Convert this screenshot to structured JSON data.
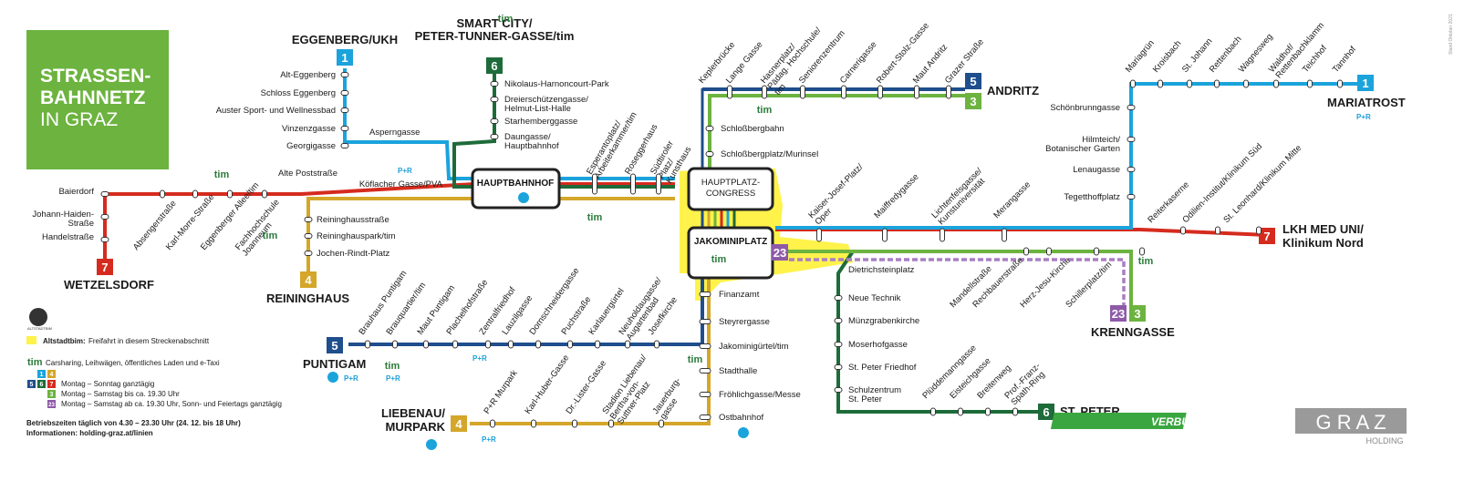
{
  "title": {
    "line1": "STRASSEN-",
    "line2": "BAHNNETZ",
    "line3": "IN GRAZ"
  },
  "stand": "Stand Oktober 2021",
  "colors": {
    "line1": "#1ba3dc",
    "line3": "#6cb33f",
    "line4": "#d4a62a",
    "line5": "#1f4e8c",
    "line6": "#1e6b3a",
    "line7": "#d52b1e",
    "line23": "#8e5aa8",
    "title_bg": "#6cb33f",
    "altstadt": "#fff24a",
    "graz_logo": "#9a9a9a",
    "verbund": "#3aa63f"
  },
  "hubs": {
    "hauptbahnhof": "HAUPTBAHNHOF",
    "hauptplatz": "HAUPTPLATZ-\nCONGRESS",
    "jakominiplatz": "JAKOMINIPLATZ"
  },
  "terminals": {
    "eggenberg": "EGGENBERG/UKH",
    "smart_city": "SMART CITY/\nPETER-TUNNER-GASSE/tim",
    "andritz": "ANDRITZ",
    "mariatrost": "MARIATROST",
    "wetzelsdorf": "WETZELSDORF",
    "reininghaus": "REININGHAUS",
    "puntigam": "PUNTIGAM",
    "liebenau": "LIEBENAU/\nMURPARK",
    "st_peter": "ST. PETER",
    "krenngasse": "KRENNGASSE",
    "lkh": "LKH MED UNI/\nKlinikum Nord"
  },
  "stations": {
    "line1_west": [
      "Alt-Eggenberg",
      "Schloss Eggenberg",
      "Auster Sport- und Wellnessbad",
      "Vinzenzgasse",
      "Georgigasse"
    ],
    "asperngasse": "Asperngasse",
    "alte_poststrasse": "Alte Poststraße",
    "koeflacher": "Köflacher Gasse/PVA",
    "line6": [
      "Nikolaus-Harnoncourt-Park",
      "Dreierschützengasse/\nHelmut-List-Halle",
      "Starhemberggasse",
      "Daungasse/\nHauptbahnhof"
    ],
    "line7_west": [
      "Baierdorf",
      "Johann-Haiden-\nStraße",
      "Handelstraße"
    ],
    "line7_diag": [
      "Absengerstraße",
      "Karl-Morre-Straße",
      "Eggenberger Allee/tim",
      "Fachhochschule\nJoanneum"
    ],
    "line4_west": [
      "Reininghausstraße",
      "Reininghauspark/tim",
      "Jochen-Rindt-Platz"
    ],
    "center_diag": [
      "Esperantoplatz/\nArbeiterkammer/tim",
      "Roseggerhaus",
      "Südtiroler\nPlatz/\nKunsthaus"
    ],
    "line3_5_north": [
      "Keplerbrücke",
      "Lange Gasse",
      "Hasnerplatz/\nPädag. Hochschule/\ntim",
      "Seniorenzentrum",
      "Carnerigasse",
      "Robert-Stolz-Gasse",
      "Maut Andritz",
      "Grazer Straße"
    ],
    "schlossberg": [
      "Schloßbergbahn",
      "Schloßbergplatz/Murinsel"
    ],
    "line1_east": [
      "Mariagrün",
      "Kroisbach",
      "St. Johann",
      "Rettenbach",
      "Wagnesweg",
      "Waldhof/\nRettenbachklamm",
      "Teichhof",
      "Tannhof"
    ],
    "line1_vertical": [
      "Schönbrunngasse",
      "Hilmteich/\nBotanischer Garten",
      "Lenaugasse",
      "Tegetthoffplatz"
    ],
    "line7_east": [
      "Reiterkaserne",
      "Odilien-Institut/Klinikum Süd",
      "St. Leonhard/Klinikum Mitte"
    ],
    "line1_7_mid": [
      "Kaiser-Josef-Platz/\nOper",
      "Maiffredygasse",
      "Lichtenfelsgasse/\nKunstuniversität",
      "Merangasse"
    ],
    "dietrichstein": "Dietrichsteinplatz",
    "line3_east": [
      "Mandellstraße",
      "Rechbauerstraße",
      "Herz-Jesu-Kirche",
      "Schillerplatz/tim"
    ],
    "line6_south": [
      "Neue Technik",
      "Münzgrabenkirche",
      "Moserhofgasse",
      "St. Peter Friedhof",
      "Schulzentrum\nSt. Peter"
    ],
    "line6_bottom": [
      "Plüddemanngasse",
      "Eisteichgasse",
      "Breitenweg",
      "Prof.-Franz-\nSpath-Ring"
    ],
    "line5_4_south": [
      "Finanzamt",
      "Steyrergasse",
      "Jakominigürtel/tim",
      "Stadthalle",
      "Fröhlichgasse/Messe",
      "Ostbahnhof"
    ],
    "line5_west": [
      "Brauhaus Puntigam",
      "Brauquartier/tim",
      "Maut Puntigam",
      "Plachelhofstraße",
      "Zentralfriedhof",
      "Lauzilgasse",
      "Dornschneidergasse",
      "Puchstraße",
      "Karlauergürtel",
      "Neuholdaugasse/\nAugartenbad",
      "Josefkirche"
    ],
    "line4_south": [
      "P+R Murpark",
      "Karl-Huber-Gasse",
      "Dr.-Lister-Gasse",
      "Stadion Liebenau/\nBertha-von-\nSuttner-Platz",
      "Jauerburg-\ngasse"
    ]
  },
  "legend": {
    "altstadt_label": "Altstadtbim:",
    "altstadt_text": "Freifahrt in diesem Streckenabschnitt",
    "tim_text": "Carsharing, Leihwägen, öffentliches Laden und e-Taxi",
    "row1": "Montag – Sonntag ganztägig",
    "row2": "Montag – Samstag bis ca. 19.30 Uhr",
    "row3": "Montag – Samstag ab ca. 19.30 Uhr, Sonn- und Feiertags ganztägig",
    "hours": "Betriebszeiten täglich von 4.30 – 23.30 Uhr (24. 12. bis 18 Uhr)",
    "info": "Informationen: holding-graz.at/linien"
  },
  "lines": [
    "1",
    "3",
    "4",
    "5",
    "6",
    "7",
    "23"
  ],
  "labels": {
    "tim": "tim",
    "pr": "P+R",
    "altstadt_icon": "ALTSTADTBIM"
  },
  "logos": {
    "verbund": "VERBUND LINIE",
    "graz": "G R A Z",
    "holding": "HOLDING"
  }
}
